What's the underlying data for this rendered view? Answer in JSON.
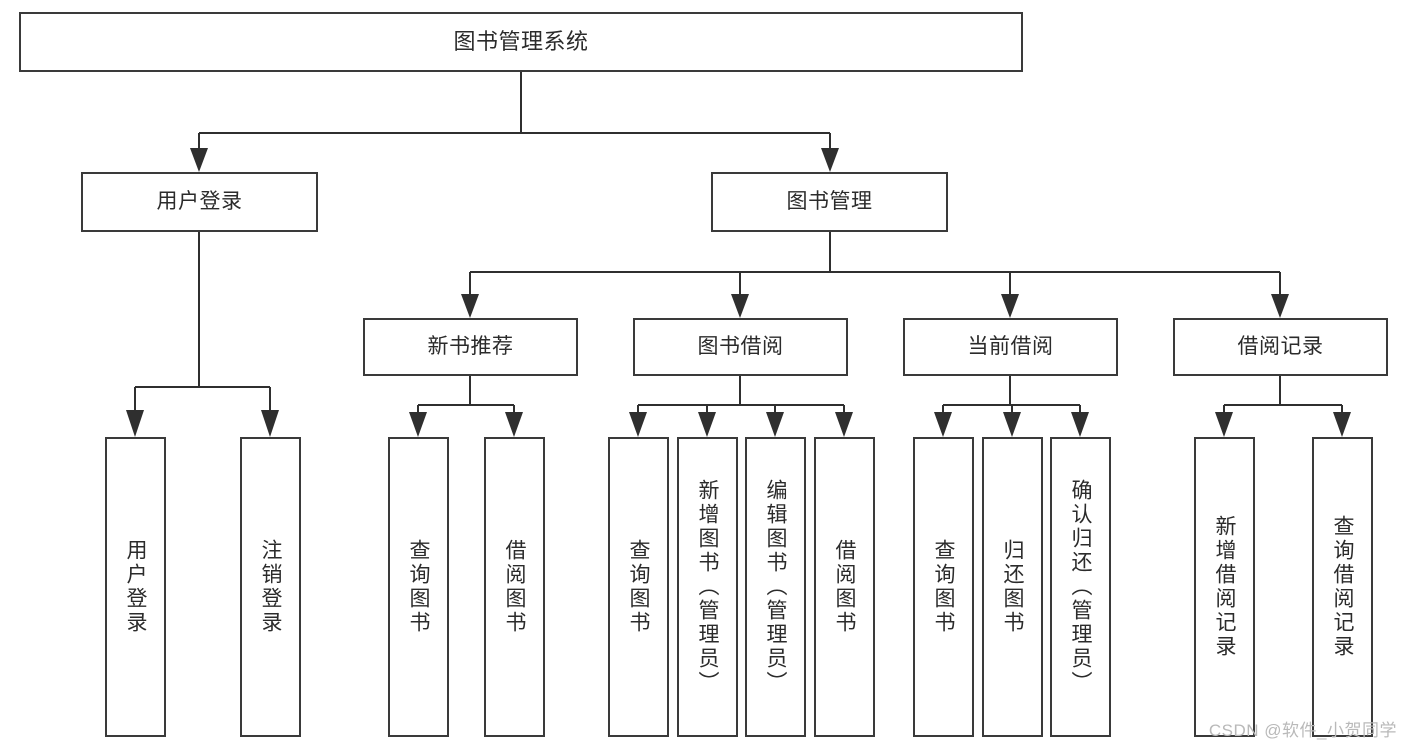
{
  "diagram": {
    "title": "图书管理系统",
    "type": "tree-hierarchy-function-structure",
    "root": {
      "id": "root",
      "label": "图书管理系统"
    },
    "level2": [
      {
        "id": "user-login",
        "label": "用户登录"
      },
      {
        "id": "book-manage",
        "label": "图书管理"
      }
    ],
    "level3": [
      {
        "id": "new-book-recommend",
        "label": "新书推荐",
        "parent": "book-manage"
      },
      {
        "id": "book-borrow",
        "label": "图书借阅",
        "parent": "book-manage"
      },
      {
        "id": "current-borrow",
        "label": "当前借阅",
        "parent": "book-manage"
      },
      {
        "id": "borrow-record",
        "label": "借阅记录",
        "parent": "book-manage"
      }
    ],
    "leaves": [
      {
        "id": "leaf-user-login",
        "label": "用户登录",
        "parent": "user-login"
      },
      {
        "id": "leaf-user-logout",
        "label": "注销登录",
        "parent": "user-login"
      },
      {
        "id": "leaf-query-book-1",
        "label": "查询图书",
        "parent": "new-book-recommend"
      },
      {
        "id": "leaf-borrow-book-1",
        "label": "借阅图书",
        "parent": "new-book-recommend"
      },
      {
        "id": "leaf-query-book-2",
        "label": "查询图书",
        "parent": "book-borrow"
      },
      {
        "id": "leaf-add-book",
        "label": "新增图书（管理员）",
        "parent": "book-borrow"
      },
      {
        "id": "leaf-edit-book",
        "label": "编辑图书（管理员）",
        "parent": "book-borrow"
      },
      {
        "id": "leaf-borrow-book-2",
        "label": "借阅图书",
        "parent": "book-borrow"
      },
      {
        "id": "leaf-query-book-3",
        "label": "查询图书",
        "parent": "current-borrow"
      },
      {
        "id": "leaf-return-book",
        "label": "归还图书",
        "parent": "current-borrow"
      },
      {
        "id": "leaf-confirm-return",
        "label": "确认归还（管理员）",
        "parent": "current-borrow"
      },
      {
        "id": "leaf-add-record",
        "label": "新增借阅记录",
        "parent": "borrow-record"
      },
      {
        "id": "leaf-query-record",
        "label": "查询借阅记录",
        "parent": "borrow-record"
      }
    ],
    "watermark": "CSDN @软件_小贺同学",
    "colors": {
      "box_border": "#3a3a3a",
      "box_fill": "#ffffff",
      "connector": "#2f2f2f",
      "text": "#2b2b2b",
      "watermark": "#b9b9b9",
      "background": "#ffffff"
    }
  }
}
